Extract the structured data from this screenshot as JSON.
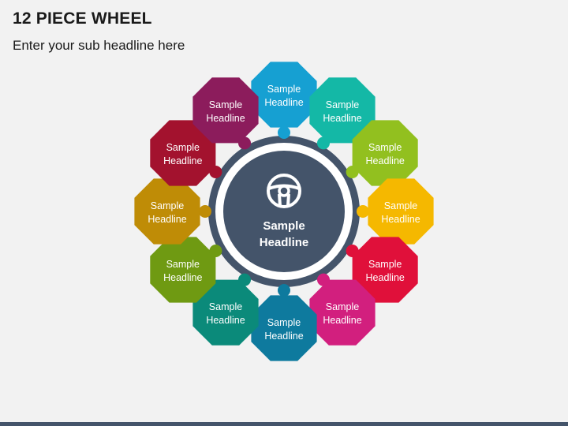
{
  "header": {
    "title": "12 PIECE WHEEL",
    "subtitle": "Enter your sub headline here"
  },
  "hub": {
    "line1": "Sample",
    "line2": "Headline",
    "icon": "steering-wheel-icon",
    "fill": "#44546a",
    "ring": "#44546a"
  },
  "nodes": [
    {
      "line1": "Sample",
      "line2": "Headline",
      "color": "#16a0d2"
    },
    {
      "line1": "Sample",
      "line2": "Headline",
      "color": "#14b8a6"
    },
    {
      "line1": "Sample",
      "line2": "Headline",
      "color": "#92c01f"
    },
    {
      "line1": "Sample",
      "line2": "Headline",
      "color": "#f5b800"
    },
    {
      "line1": "Sample",
      "line2": "Headline",
      "color": "#e0103a"
    },
    {
      "line1": "Sample",
      "line2": "Headline",
      "color": "#d21f7e"
    },
    {
      "line1": "Sample",
      "line2": "Headline",
      "color": "#0e7a9e"
    },
    {
      "line1": "Sample",
      "line2": "Headline",
      "color": "#0b8a7a"
    },
    {
      "line1": "Sample",
      "line2": "Headline",
      "color": "#6f9a12"
    },
    {
      "line1": "Sample",
      "line2": "Headline",
      "color": "#bf8c06"
    },
    {
      "line1": "Sample",
      "line2": "Headline",
      "color": "#a3122e"
    },
    {
      "line1": "Sample",
      "line2": "Headline",
      "color": "#8c1c5c"
    }
  ]
}
